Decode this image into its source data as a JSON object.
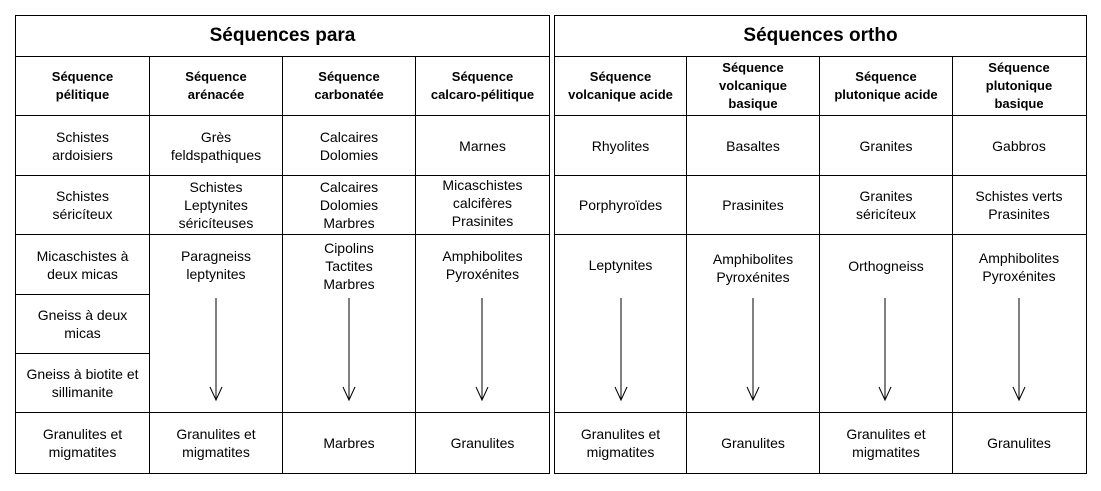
{
  "para": {
    "title": "Séquences para",
    "headers": [
      "Séquence\npélitique",
      "Séquence\narénacée",
      "Séquence\ncarbonatée",
      "Séquence\ncalcaro-pélitique"
    ],
    "pelitique": [
      "Schistes\nardoisiers",
      "Schistes\nséricíteux",
      "Micaschistes à\ndeux micas",
      "Gneiss à deux\nmicas",
      "Gneiss à biotite et\nsillimanite",
      "Granulites et\nmigmatites"
    ],
    "arenacee": [
      "Grès\nfeldspathiques",
      "Schistes\nLeptynites\nséricíteuses",
      "Paragneiss\nleptynites",
      "Granulites et\nmigmatites"
    ],
    "carbonatee": [
      "Calcaires\nDolomies",
      "Calcaires\nDolomies\nMarbres",
      "Cipolins\nTactites\nMarbres",
      "Marbres"
    ],
    "calcaro": [
      "Marnes",
      "Micaschistes\ncalcifères\nPrasinites",
      "Amphibolites\nPyroxénites",
      "Granulites"
    ]
  },
  "ortho": {
    "title": "Séquences ortho",
    "headers": [
      "Séquence\nvolcanique acide",
      "Séquence\nvolcanique\nbasique",
      "Séquence\nplutonique acide",
      "Séquence\nplutonique\nbasique"
    ],
    "volc_acide": [
      "Rhyolites",
      "Porphyroïdes",
      "Leptynites",
      "Granulites et\nmigmatites"
    ],
    "volc_basique": [
      "Basaltes",
      "Prasinites",
      "Amphibolites\nPyroxénites",
      "Granulites"
    ],
    "plut_acide": [
      "Granites",
      "Granites\nséricíteux",
      "Orthogneiss",
      "Granulites et\nmigmatites"
    ],
    "plut_basique": [
      "Gabbros",
      "Schistes verts\nPrasinites",
      "Amphibolites\nPyroxénites",
      "Granulites"
    ]
  }
}
